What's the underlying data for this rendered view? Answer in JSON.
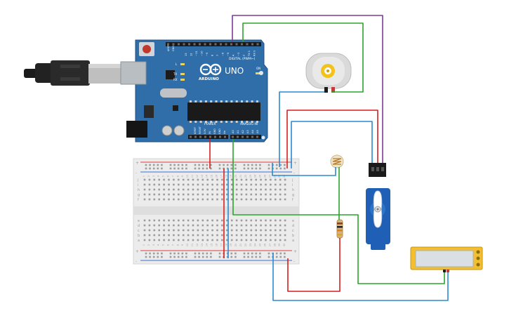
{
  "colors": {
    "board": "#2f6ea8",
    "board_edge": "#1f4f80",
    "wire_red": "#d61f1f",
    "wire_green": "#2aa52a",
    "wire_blue": "#2a8bd0",
    "wire_purple": "#7d3a96",
    "breadboard": "#ececec",
    "rail_red": "#e23b3b",
    "rail_blue": "#3b6fd0",
    "servo": "#1f5fb5",
    "lcd_frame": "#f3bf2f",
    "lcd_screen": "#d9dfe3"
  },
  "arduino": {
    "logo_text": "UNO",
    "brand_text": "ARDUINO",
    "digital_header_label": "DIGITAL (PWM~)",
    "analog_header_label": "ANALOG IN",
    "power_header_label": "POWER",
    "aref_label": "AREF",
    "gnd_label": "GND",
    "tx_label": "TX",
    "rx_label": "RX",
    "l_label": "L",
    "on_label": "ON",
    "digital_pins": [
      "13",
      "12",
      "~11",
      "~10",
      "~9",
      "8",
      "7",
      "~6",
      "~5",
      "4",
      "~3",
      "2",
      "TX 1",
      "RX 0"
    ],
    "power_pins": [
      "IOREF",
      "RESET",
      "3.3V",
      "5V",
      "GND",
      "GND",
      "Vin"
    ],
    "analog_pins": [
      "A0",
      "A1",
      "A2",
      "A3",
      "A4",
      "A5"
    ]
  },
  "breadboard": {
    "columns_left": [
      "1",
      "2",
      "3",
      "4",
      "5",
      "6",
      "7",
      "8",
      "9",
      "10",
      "11",
      "12",
      "13",
      "14",
      "15"
    ],
    "columns_right": [
      "16",
      "17",
      "18",
      "19",
      "20",
      "21",
      "22",
      "23",
      "24",
      "25",
      "26",
      "27",
      "28",
      "29",
      "30"
    ],
    "rows_top": [
      "j",
      "i",
      "h",
      "g",
      "f"
    ],
    "rows_bottom": [
      "e",
      "d",
      "c",
      "b",
      "a"
    ],
    "rail_plus": "+",
    "rail_minus": "-"
  },
  "components": {
    "usb_cable": "usb-plug-icon",
    "dc_motor": "dc-motor-icon",
    "photoresistor": "photoresistor-icon",
    "resistor": "resistor-icon",
    "servo": "servo-icon",
    "lcd": "lcd-display-icon"
  }
}
